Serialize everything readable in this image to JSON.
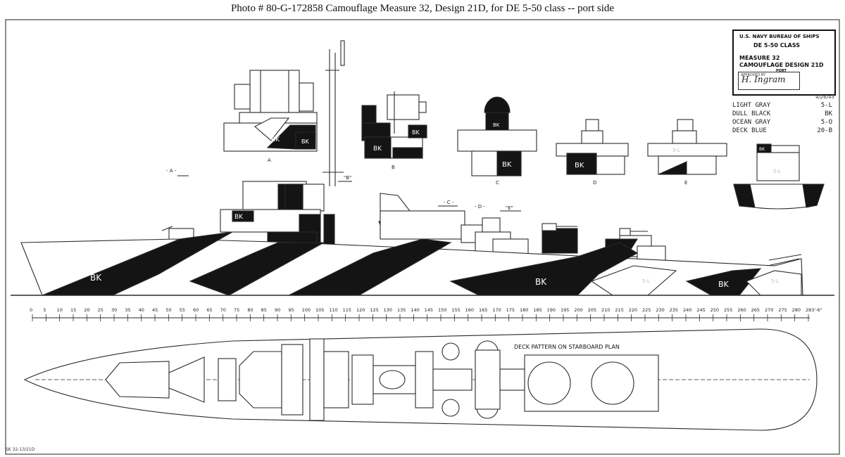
{
  "caption": "Photo # 80-G-172858     Camouflage Measure 32, Design 21D, for DE 5-50 class -- port side",
  "title_block": {
    "line1": "U.S. NAVY  BUREAU OF SHIPS",
    "line2": "DE 5-50 CLASS",
    "line3": "MEASURE 32",
    "line4": "CAMOUFLAGE  DESIGN 21D",
    "line5": "PORT",
    "approved": "APPROVED BY",
    "signature": "H. Ingram",
    "date_note": "4/26/43"
  },
  "legend": [
    {
      "name": "LIGHT GRAY",
      "code": "5-L"
    },
    {
      "name": "DULL BLACK",
      "code": "BK"
    },
    {
      "name": "OCEAN GRAY",
      "code": "5-O"
    },
    {
      "name": "DECK BLUE",
      "code": "20-B"
    }
  ],
  "section_labels": [
    "A",
    "B",
    "C",
    "D",
    "E"
  ],
  "view_markers": [
    "A",
    "B",
    "C",
    "D",
    "E"
  ],
  "bk_label": "BK",
  "sl_label": "5-L",
  "deck_title": "DECK PATTERN ON STARBOARD PLAN",
  "scale_labels": [
    "0",
    "5",
    "10",
    "15",
    "20",
    "25",
    "30",
    "35",
    "40",
    "45",
    "50",
    "55",
    "60",
    "65",
    "70",
    "75",
    "80",
    "85",
    "90",
    "95",
    "100",
    "105",
    "110",
    "115",
    "120",
    "125",
    "130",
    "135",
    "140",
    "145",
    "150",
    "155",
    "160",
    "165",
    "170",
    "175",
    "180",
    "185",
    "190",
    "195",
    "200",
    "205",
    "210",
    "215",
    "220",
    "225",
    "230",
    "235",
    "240",
    "245",
    "250",
    "255",
    "260",
    "265",
    "270",
    "275",
    "280",
    "283'-6\""
  ],
  "sheet_number": "SK 32-13/21D",
  "colors": {
    "dull_black": "#141414",
    "light_gray": "#ffffff",
    "line": "#2a2a2a"
  }
}
